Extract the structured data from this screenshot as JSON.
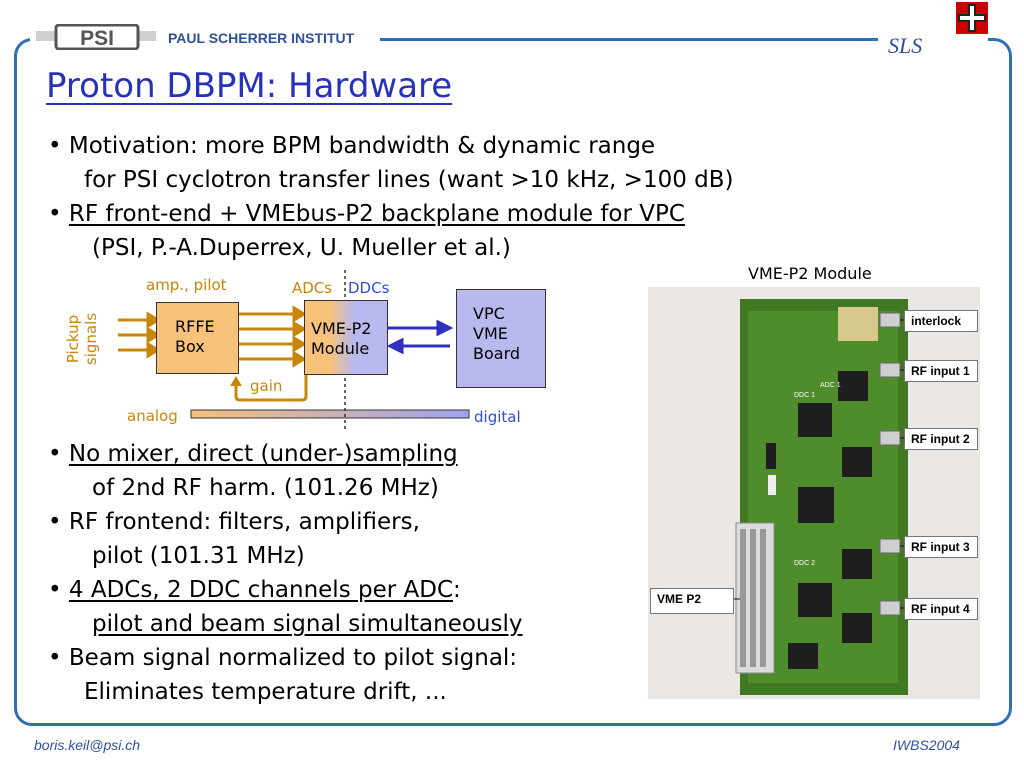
{
  "header": {
    "institute": "PAUL SCHERRER INSTITUT",
    "logo_text": "PSI",
    "sls": "SLS"
  },
  "title": "Proton DBPM: Hardware",
  "bullets_top": [
    {
      "line1": "Motivation: more BPM bandwidth & dynamic range",
      "line2": "for PSI cyclotron transfer lines (want >10 kHz, >100 dB)"
    },
    {
      "line1": "RF front-end + VMEbus-P2 backplane module for VPC",
      "line2": "(PSI, P.-A.Duperrex, U. Mueller et al.)"
    }
  ],
  "diagram": {
    "pickup_label_1": "Pickup",
    "pickup_label_2": "signals",
    "amp_pilot": "amp., pilot",
    "rffe_1": "RFFE",
    "rffe_2": "Box",
    "adcs": "ADCs",
    "ddcs": "DDCs",
    "vme_1": "VME-P2",
    "vme_2": "Module",
    "vpc_1": "VPC",
    "vpc_2": "VME",
    "vpc_3": "Board",
    "gain": "gain",
    "analog": "analog",
    "digital": "digital"
  },
  "bullets_bottom": [
    {
      "line1": "No mixer, direct (under-)sampling",
      "line2": "of 2nd RF harm. (101.26 MHz)"
    },
    {
      "line1": "RF frontend: filters, amplifiers,",
      "line2": "pilot (101.31 MHz)"
    },
    {
      "line1": "4 ADCs, 2 DDC channels per ADC",
      "line1_suffix": ":",
      "line2": "pilot and beam signal simultaneously"
    },
    {
      "line1": "Beam signal normalized to pilot signal:",
      "line2": "Eliminates temperature drift, ..."
    }
  ],
  "photo": {
    "caption": "VME-P2 Module",
    "tags": [
      "interlock",
      "RF input 1",
      "RF input 2",
      "RF input 3",
      "RF input 4",
      "VME P2"
    ],
    "board_labels": [
      "ADC 1",
      "DDC 1",
      "DDC 2"
    ]
  },
  "footer": {
    "left": "boris.keil@psi.ch",
    "right": "IWBS2004"
  },
  "colors": {
    "frame": "#2f6fb3",
    "title": "#2832b8",
    "orange_label": "#c8860a",
    "blue_label": "#2f4fd0",
    "rffe_fill": "#f8c27a",
    "vpc_fill": "#b9b9f0"
  }
}
